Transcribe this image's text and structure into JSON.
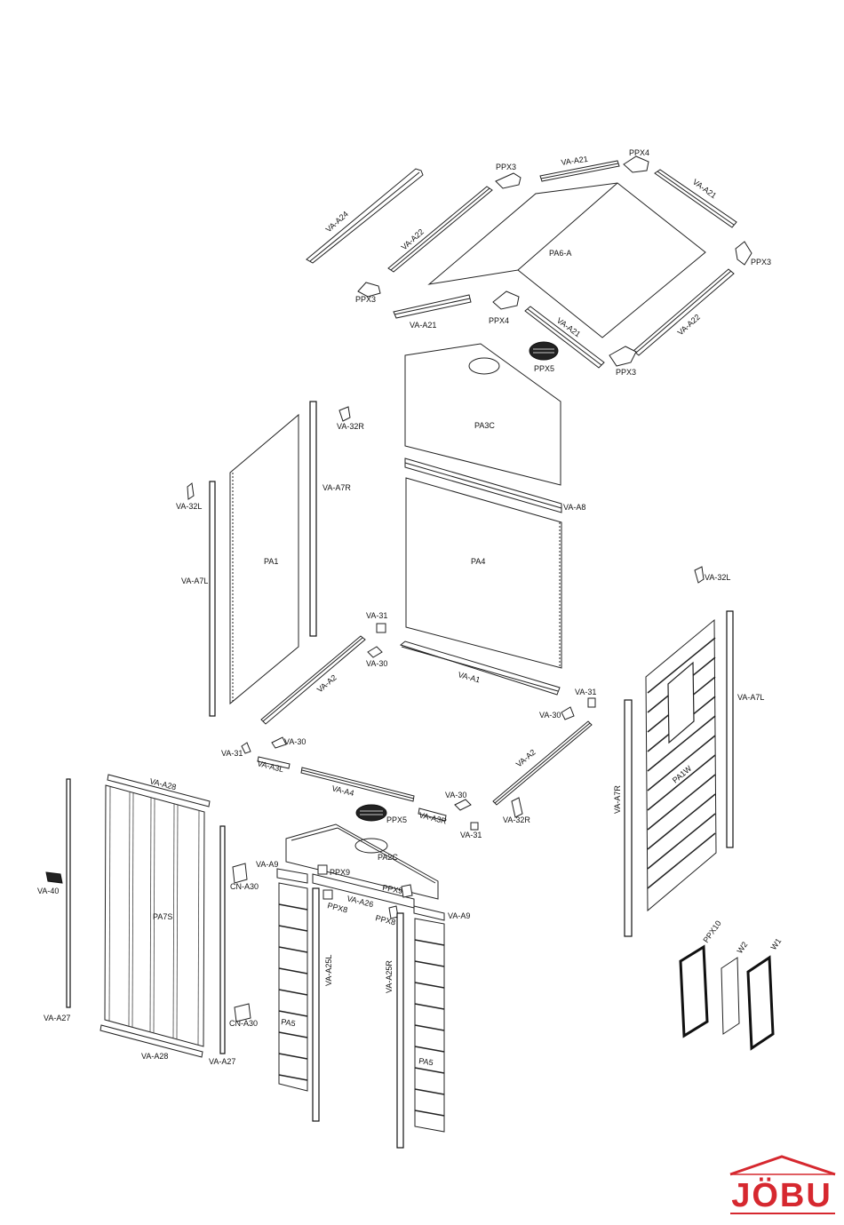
{
  "labels": {
    "va_a24": "VA-A24",
    "va_a22_top": "VA-A22",
    "ppx3_a": "PPX3",
    "va_a21_top": "VA-A21",
    "ppx4_top": "PPX4",
    "va_a21_right": "VA-A21",
    "pa6a": "PA6-A",
    "ppx3_right": "PPX3",
    "ppx3_left": "PPX3",
    "va_a21_left": "VA-A21",
    "ppx4_mid": "PPX4",
    "va_a21_front": "VA-A21",
    "va_a22_right": "VA-A22",
    "ppx5_top": "PPX5",
    "ppx3_bottom": "PPX3",
    "va_32r_top": "VA-32R",
    "pa3c": "PA3C",
    "va_a7r_top": "VA-A7R",
    "va_32l_left": "VA-32L",
    "va_a8": "VA-A8",
    "pa1": "PA1",
    "pa4": "PA4",
    "va_a7l_left": "VA-A7L",
    "va_32l_right": "VA-32L",
    "va_31_a": "VA-31",
    "va_30_a": "VA-30",
    "va_a2_a": "VA-A2",
    "va_a1": "VA-A1",
    "va_a7l_right": "VA-A7L",
    "va_31_b": "VA-31",
    "va_30_b": "VA-30",
    "va_31_c": "VA-31",
    "va_30_c": "VA-30",
    "va_a3l": "VA-A3L",
    "va_a2_b": "VA-A2",
    "va_a28_top": "VA-A28",
    "va_a4": "VA-A4",
    "va_a7r_right": "VA-A7R",
    "pa1w": "PA1W",
    "va_30_d": "VA-30",
    "ppx5_mid": "PPX5",
    "va_a3r": "VA-A3R",
    "va_32r_mid": "VA-32R",
    "va_31_d": "VA-31",
    "pa2c": "PA2C",
    "va_a9_left": "VA-A9",
    "ppx9_a": "PPX9",
    "ppx9_b": "PPX9",
    "va_40": "VA-40",
    "cn_a30_a": "CN-A30",
    "va_a26": "VA-A26",
    "ppx8_a": "PPX8",
    "ppx8_b": "PPX8",
    "va_a9_right": "VA-A9",
    "pa7s": "PA7S",
    "va_a25l": "VA-A25L",
    "va_a25r": "VA-A25R",
    "ppx10": "PPX10",
    "w2": "W2",
    "w1": "W1",
    "va_a27_left": "VA-A27",
    "cn_a30_b": "CN-A30",
    "pa5_left": "PA5",
    "pa5_right": "PA5",
    "va_a28_bottom": "VA-A28",
    "va_a27_bottom": "VA-A27"
  },
  "logo": {
    "text": "JÖBU",
    "color": "#d6282f"
  }
}
